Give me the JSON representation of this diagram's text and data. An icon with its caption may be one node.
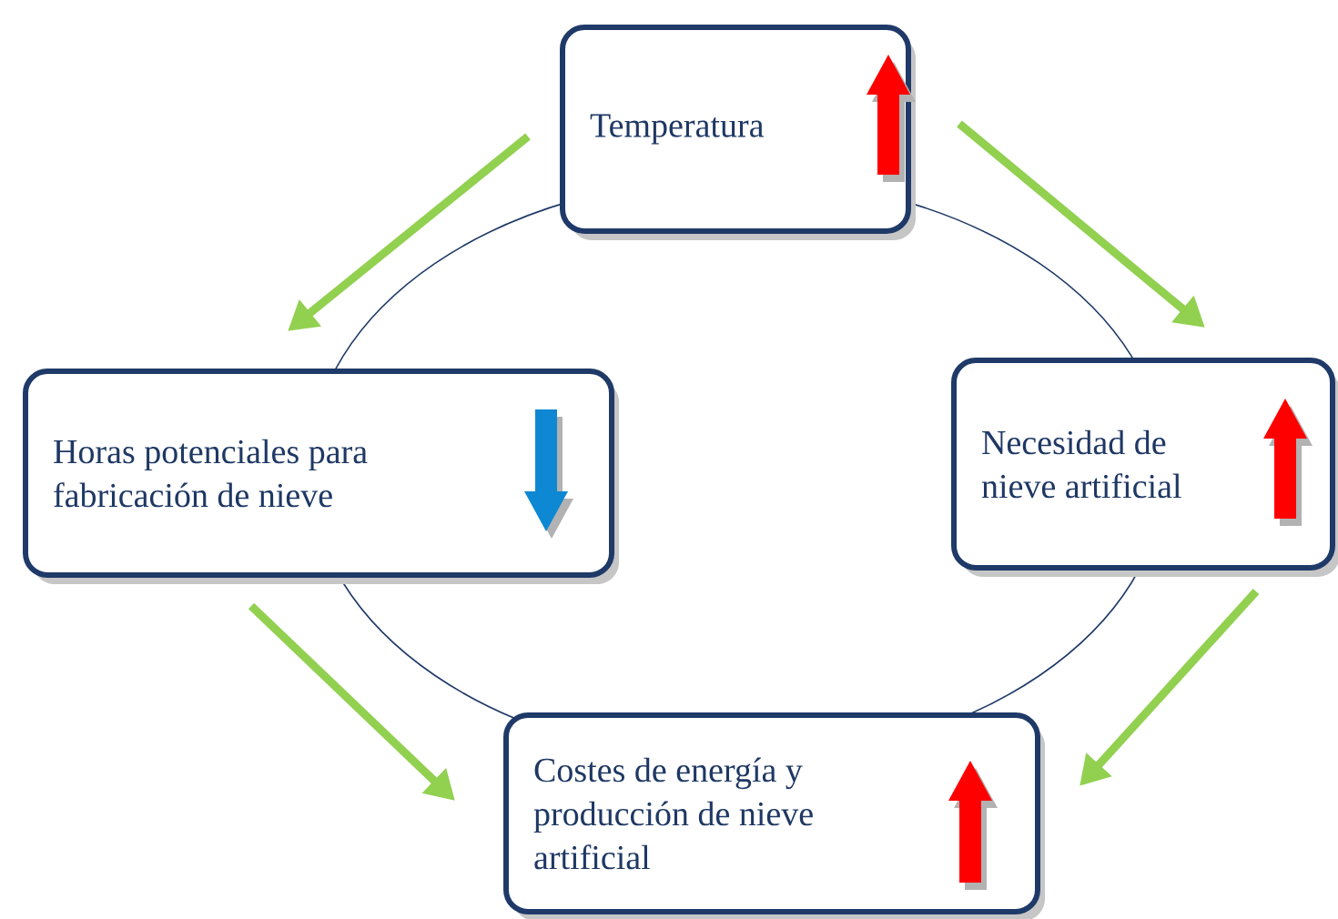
{
  "diagram": {
    "nodes": [
      {
        "text": [
          "Temperatura"
        ]
      },
      {
        "text": [
          "Necesidad de nieve artificial"
        ]
      },
      {
        "text": [
          "Costes de energía y producción de nieve artificial"
        ]
      },
      {
        "text": [
          "Horas potenciales para fabricación de nieve"
        ]
      }
    ],
    "edges": [
      {
        "from": 0,
        "to": 1,
        "arrow": "to"
      },
      {
        "from": 1,
        "to": 2,
        "arrow": "to"
      },
      {
        "from": 3,
        "to": 2,
        "arrow": "to"
      },
      {
        "from": 0,
        "to": 3,
        "arrow": "to"
      }
    ]
  }
}
